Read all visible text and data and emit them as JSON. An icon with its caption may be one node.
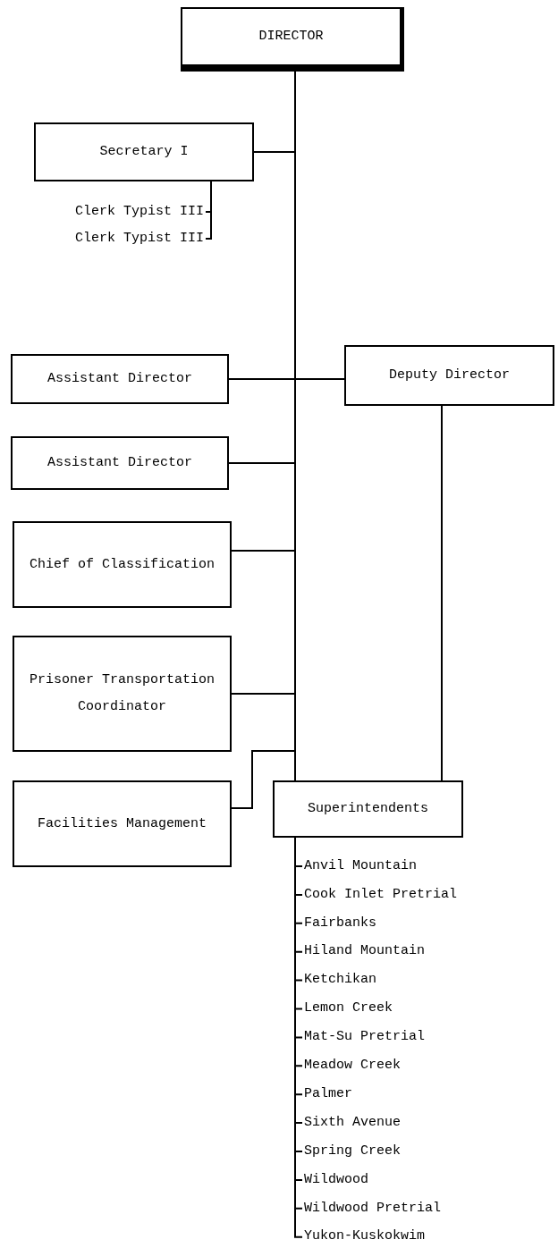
{
  "diagram": {
    "nodes": [
      {
        "text": [
          "DIRECTOR"
        ]
      },
      {
        "text": [
          "Secretary I"
        ]
      },
      {
        "text": [
          "Clerk Typist III"
        ]
      },
      {
        "text": [
          "Clerk Typist III"
        ]
      },
      {
        "text": [
          "Assistant Director"
        ]
      },
      {
        "text": [
          "Deputy Director"
        ]
      },
      {
        "text": [
          "Assistant Director"
        ]
      },
      {
        "text": [
          "Chief of Classification"
        ]
      },
      {
        "text": [
          "Prisoner Transportation Coordinator"
        ]
      },
      {
        "text": [
          "Facilities Management"
        ]
      },
      {
        "text": [
          "Superintendents"
        ]
      },
      {
        "text": [
          "Anvil Mountain"
        ]
      },
      {
        "text": [
          "Cook Inlet Pretrial"
        ]
      },
      {
        "text": [
          "Fairbanks"
        ]
      },
      {
        "text": [
          "Hiland Mountain"
        ]
      },
      {
        "text": [
          "Ketchikan"
        ]
      },
      {
        "text": [
          "Lemon Creek"
        ]
      },
      {
        "text": [
          "Mat-Su Pretrial"
        ]
      },
      {
        "text": [
          "Meadow Creek"
        ]
      },
      {
        "text": [
          "Palmer"
        ]
      },
      {
        "text": [
          "Sixth Avenue"
        ]
      },
      {
        "text": [
          "Spring Creek"
        ]
      },
      {
        "text": [
          "Wildwood"
        ]
      },
      {
        "text": [
          "Wildwood Pretrial"
        ]
      },
      {
        "text": [
          "Yukon-Kuskokwim"
        ]
      }
    ],
    "edges": [
      {
        "from": 0,
        "to": 1,
        "arrow": "none"
      },
      {
        "from": 1,
        "to": 2,
        "arrow": "none"
      },
      {
        "from": 1,
        "to": 3,
        "arrow": "none"
      },
      {
        "from": 0,
        "to": 4,
        "arrow": "none"
      },
      {
        "from": 0,
        "to": 5,
        "arrow": "none"
      },
      {
        "from": 0,
        "to": 6,
        "arrow": "none"
      },
      {
        "from": 0,
        "to": 7,
        "arrow": "none"
      },
      {
        "from": 0,
        "to": 8,
        "arrow": "none"
      },
      {
        "from": 0,
        "to": 9,
        "arrow": "none"
      },
      {
        "from": 0,
        "to": 10,
        "arrow": "none"
      },
      {
        "from": 5,
        "to": 10,
        "arrow": "none"
      },
      {
        "from": 10,
        "to": 11,
        "arrow": "none"
      },
      {
        "from": 10,
        "to": 12,
        "arrow": "none"
      },
      {
        "from": 10,
        "to": 13,
        "arrow": "none"
      },
      {
        "from": 10,
        "to": 14,
        "arrow": "none"
      },
      {
        "from": 10,
        "to": 15,
        "arrow": "none"
      },
      {
        "from": 10,
        "to": 16,
        "arrow": "none"
      },
      {
        "from": 10,
        "to": 17,
        "arrow": "none"
      },
      {
        "from": 10,
        "to": 18,
        "arrow": "none"
      },
      {
        "from": 10,
        "to": 19,
        "arrow": "none"
      },
      {
        "from": 10,
        "to": 20,
        "arrow": "none"
      },
      {
        "from": 10,
        "to": 21,
        "arrow": "none"
      },
      {
        "from": 10,
        "to": 22,
        "arrow": "none"
      },
      {
        "from": 10,
        "to": 23,
        "arrow": "none"
      },
      {
        "from": 10,
        "to": 24,
        "arrow": "none"
      }
    ]
  }
}
